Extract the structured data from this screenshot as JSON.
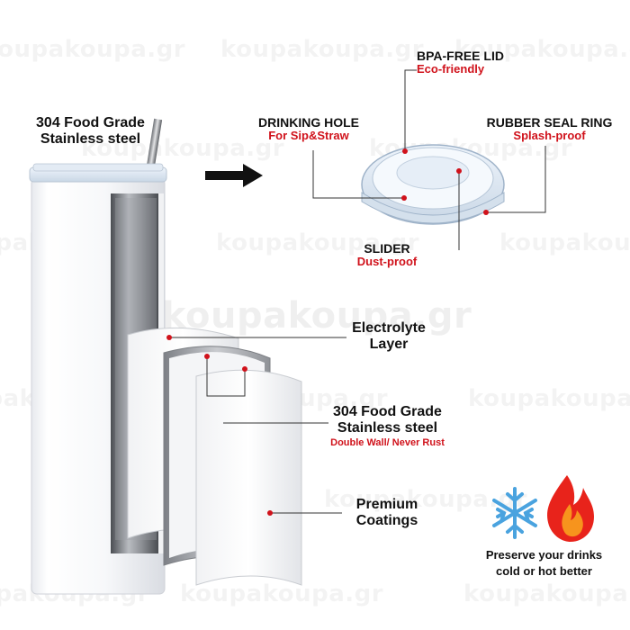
{
  "watermark": "koupakoupa.gr",
  "labels": {
    "steel_top": {
      "line1": "304 Food Grade",
      "line2": "Stainless steel"
    },
    "bpa_lid": {
      "title": "BPA-FREE LID",
      "sub": "Eco-friendly"
    },
    "drinking_hole": {
      "title": "DRINKING HOLE",
      "sub": "For Sip&Straw"
    },
    "seal_ring": {
      "title": "RUBBER SEAL RING",
      "sub": "Splash-proof"
    },
    "slider": {
      "title": "SLIDER",
      "sub": "Dust-proof"
    },
    "electrolyte": {
      "line1": "Electrolyte",
      "line2": "Layer"
    },
    "steel_mid": {
      "line1": "304 Food Grade",
      "line2": "Stainless steel",
      "sub": "Double Wall/ Never Rust"
    },
    "coatings": {
      "line1": "Premium",
      "line2": "Coatings"
    },
    "temperature": {
      "line1": "Preserve your drinks",
      "line2": "cold or hot better"
    }
  },
  "icons": [
    "arrow-right-icon",
    "snowflake-icon",
    "flame-icon"
  ],
  "colors": {
    "accent_red": "#d0121b",
    "snowflake_blue": "#4aa3df",
    "flame_red": "#e8231b",
    "flame_orange": "#f7941d"
  }
}
